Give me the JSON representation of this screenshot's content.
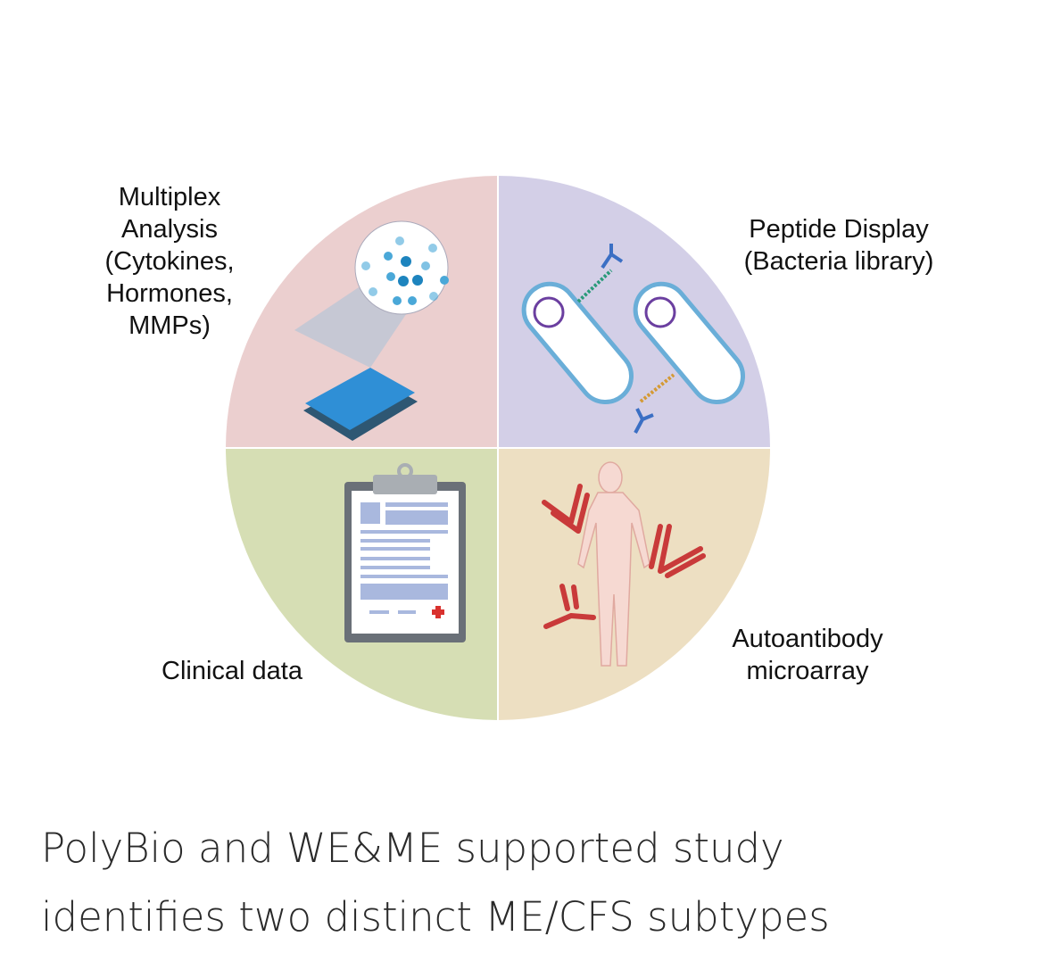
{
  "quadrants": [
    {
      "label": "Multiplex\nAnalysis\n(Cytokines,\nHormones,\nMMPs)",
      "color": "#ebcfcf"
    },
    {
      "label": "Peptide Display\n(Bacteria library)",
      "color": "#d3cfe7"
    },
    {
      "label": "Clinical data",
      "color": "#d6deb4"
    },
    {
      "label": "Autoantibody\nmicroarray",
      "color": "#eddfc2"
    }
  ],
  "caption": {
    "line1": "PolyBio and WE&ME supported study",
    "line2": "identifies two distinct ME/CFS subtypes"
  }
}
